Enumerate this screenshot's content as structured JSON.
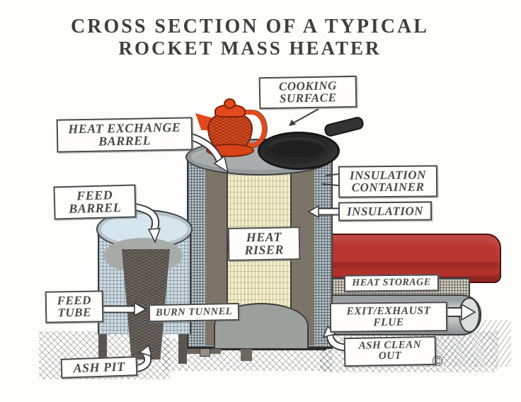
{
  "title": {
    "line1": "CROSS SECTION OF A TYPICAL",
    "line2": "ROCKET MASS HEATER"
  },
  "labels": {
    "cooking_surface": "COOKING\nSURFACE",
    "heat_exchange_barrel": "HEAT EXCHANGE\nBARREL",
    "feed_barrel": "FEED\nBARREL",
    "insulation_container": "INSULATION\nCONTAINER",
    "insulation": "INSULATION",
    "heat_riser": "HEAT\nRISER",
    "heat_storage": "HEAT STORAGE",
    "exit_exhaust_flue": "EXIT/EXHAUST FLUE",
    "feed_tube": "FEED\nTUBE",
    "burn_tunnel": "BURN TUNNEL",
    "ash_pit": "ASH PIT",
    "ash_clean_out": "ASH CLEAN\nOUT"
  },
  "copyright_symbol": "©",
  "colors": {
    "kettle_orange": "#e2491c",
    "skillet_black": "#2e2e2e",
    "cushion_red": "#b13029",
    "insulation_cream": "#f2eec9",
    "riser_wall_taupe": "#7d7468",
    "barrel_gray": "#a9adad",
    "pipe_gray": "#c4c7c7",
    "feed_barrel_blue": "#d6e6ee",
    "outline": "#3c3c3c"
  }
}
